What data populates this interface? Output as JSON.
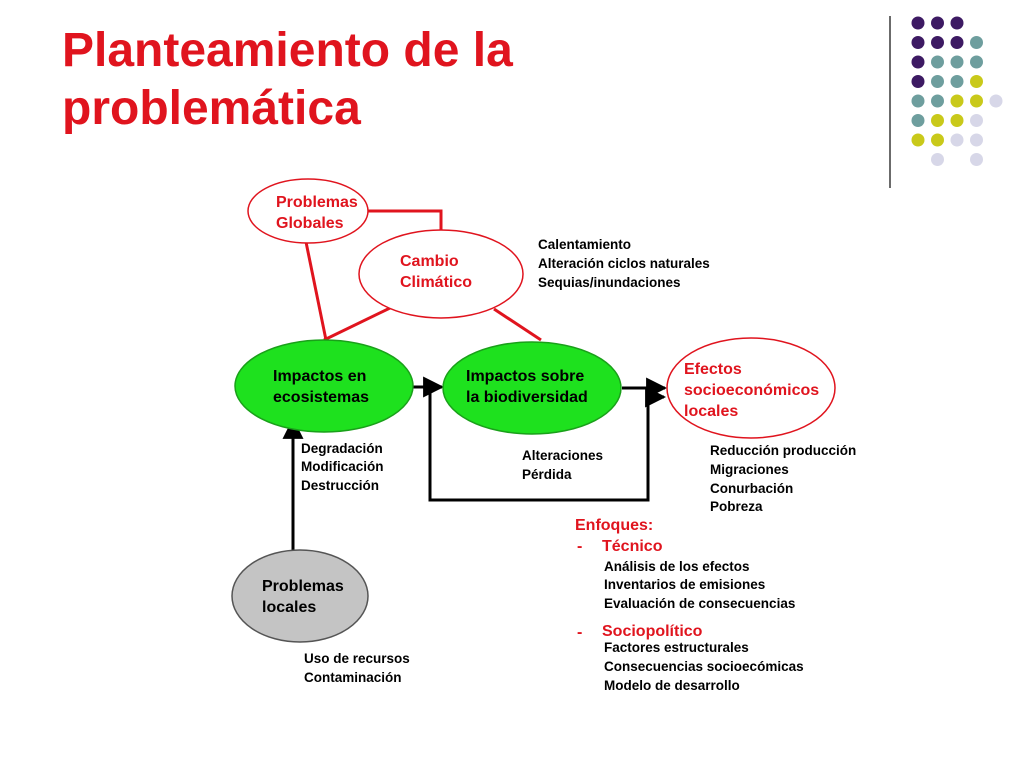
{
  "slide": {
    "title_lines": [
      "Planteamiento de la",
      "problemática"
    ]
  },
  "colors": {
    "title": "#e0141e",
    "connector_red": "#e0141e",
    "node_green": "#1ee11e",
    "node_gray": "#c4c4c4",
    "dot_purple": "#3d1a63",
    "dot_teal": "#6e9e9e",
    "dot_yellow": "#c9c91a",
    "dot_lavender": "#d7d7e8"
  },
  "decoration": {
    "dot_grid_colors": [
      [
        "dot_purple",
        "dot_purple",
        "dot_purple",
        null,
        null
      ],
      [
        "dot_purple",
        "dot_purple",
        "dot_purple",
        "dot_teal",
        null
      ],
      [
        "dot_purple",
        "dot_teal",
        "dot_teal",
        "dot_teal",
        null
      ],
      [
        "dot_purple",
        "dot_teal",
        "dot_teal",
        "dot_yellow",
        null
      ],
      [
        "dot_teal",
        "dot_teal",
        "dot_yellow",
        "dot_yellow",
        "dot_lavender"
      ],
      [
        "dot_teal",
        "dot_yellow",
        "dot_yellow",
        "dot_lavender",
        null
      ],
      [
        "dot_yellow",
        "dot_yellow",
        "dot_lavender",
        "dot_lavender",
        null
      ],
      [
        null,
        "dot_lavender",
        null,
        "dot_lavender",
        null
      ]
    ]
  },
  "nodes": {
    "problemas_globales": {
      "lines": [
        "Problemas",
        "Globales"
      ]
    },
    "cambio_climatico": {
      "lines": [
        "Cambio",
        "Climático"
      ]
    },
    "impactos_ecosistemas": {
      "lines": [
        "Impactos en",
        "ecosistemas"
      ]
    },
    "impactos_biodiversidad": {
      "lines": [
        "Impactos sobre",
        "la biodiversidad"
      ]
    },
    "efectos_socioeconomicos": {
      "lines": [
        "Efectos",
        "socioeconómicos",
        "locales"
      ]
    },
    "problemas_locales": {
      "lines": [
        "Problemas",
        "locales"
      ]
    }
  },
  "annotations": {
    "cambio_climatico": [
      "Calentamiento",
      "Alteración ciclos naturales",
      "Sequias/inundaciones"
    ],
    "ecosistemas": [
      "Degradación",
      "Modificación",
      "Destrucción"
    ],
    "biodiversidad": [
      "Alteraciones",
      "Pérdida"
    ],
    "socioeconomicos": [
      "Reducción producción",
      "Migraciones",
      "Conurbación",
      "Pobreza"
    ],
    "locales": [
      "Uso de recursos",
      "Contaminación"
    ]
  },
  "enfoques": {
    "heading": "Enfoques:",
    "dash": "-",
    "tecnico": {
      "title": "Técnico",
      "items": [
        "Análisis de los efectos",
        "Inventarios de emisiones",
        "Evaluación de consecuencias"
      ]
    },
    "sociopolitico": {
      "title": "Sociopolítico",
      "items": [
        "Factores estructurales",
        "Consecuencias socioecómicas",
        "Modelo de desarrollo"
      ]
    }
  }
}
